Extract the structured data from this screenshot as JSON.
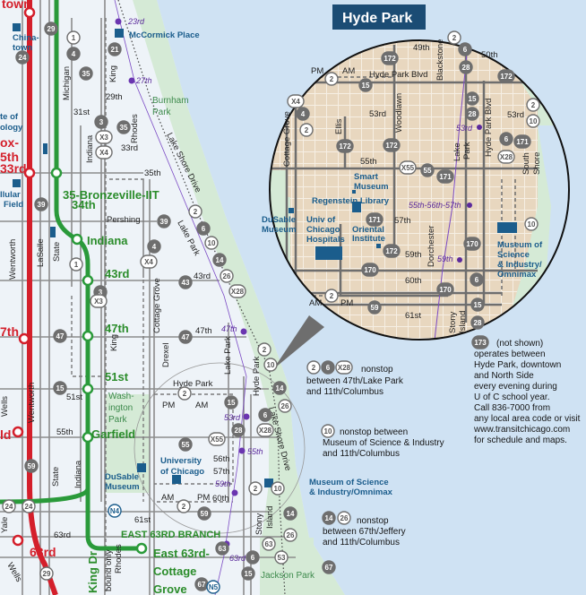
{
  "inset": {
    "title": "Hyde Park"
  },
  "colors": {
    "red_line": "#d41f2b",
    "green_line": "#2a9a3a",
    "bus_route": "#6e6e6e",
    "lake": "#cfe2f3",
    "park": "#d5ead6",
    "hyde_park_land": "#ead9c2",
    "title_bg": "#1b4c74",
    "metra": "#6a35b0"
  },
  "labels": [
    "town",
    "China-",
    "town",
    "McCormick Place",
    "23rd",
    "27th",
    "Burnham",
    "Park",
    "Michigan",
    "King",
    "29th",
    "31st",
    "Indiana",
    "Rhodes",
    "33rd",
    "35th",
    "Lake Shore Drive",
    "ox-",
    "5th",
    "33rd",
    "te of",
    "ology",
    "llular",
    "Field",
    "35-Bronzeville-IIT",
    "34th",
    "Pershing",
    "Lake Park",
    "Indiana",
    "43rd",
    "43rd",
    "State",
    "LaSalle",
    "Wentworth",
    "Cottage Grove",
    "47th",
    "7th",
    "47th",
    "47th",
    "King",
    "Drexel",
    "51st",
    "51st",
    "Hyde Park",
    "Lake Park",
    "Hyde Park",
    "Wash-",
    "ington",
    "Park",
    "PM",
    "AM",
    "Wells",
    "Wentworth",
    "ld",
    "55th",
    "Garfield",
    "53rd",
    "56th",
    "57th",
    "55th",
    "University",
    "of Chicago",
    "DuSable",
    "Museum",
    "59th",
    "60th",
    "AM",
    "PM",
    "State",
    "Indiana",
    "Yale",
    "63rd",
    "63rd",
    "EAST 63RD BRANCH",
    "61st",
    "East 63rd-",
    "Cottage",
    "Grove",
    "63rd",
    "Stony",
    "Island",
    "King Dr",
    "Rhodes",
    "bound only",
    "Wells",
    "Jackson Park",
    "Lake Shore Drive",
    "Museum of Science",
    "& Industry/Omnimax",
    "49th",
    "Blackstone",
    "50th",
    "Hyde Park Blvd",
    "PM",
    "AM",
    "53rd",
    "Ellis",
    "Woodlawn",
    "Lake",
    "Park",
    "Hyde Park Blvd",
    "53rd",
    "South",
    "Shore",
    "Cottage Grove",
    "55th",
    "Smart",
    "Museum",
    "Regenstein Library",
    "DuSable",
    "Museum",
    "Univ of",
    "Chicago",
    "Hospitals",
    "Oriental",
    "Institute",
    "57th",
    "Dorchester",
    "55th-56th-57th",
    "53rd",
    "59th",
    "59th",
    "60th",
    "61st",
    "Stony",
    "Island",
    "Museum of",
    "Science",
    "& Industry/",
    "Omnimax",
    "AM",
    "PM"
  ],
  "notes": {
    "note1": [
      "nonstop",
      "between 47th/Lake Park",
      "and 11th/Columbus"
    ],
    "note2": [
      "nonstop between",
      "Museum of Science & Industry",
      "and 11th/Columbus"
    ],
    "note3": [
      "nonstop",
      "between 67th/Jeffery",
      "and 11th/Columbus"
    ],
    "note4": [
      "(not shown)",
      "operates between",
      "Hyde Park, downtown",
      "and North Side",
      "every evening during",
      "U of C school year.",
      "Call 836-7000 from",
      "any local area code or visit",
      "www.transitchicago.com",
      "for schedule and maps."
    ]
  },
  "route_badges": [
    {
      "route": "29",
      "fill": "solid"
    },
    {
      "route": "1",
      "fill": "outline"
    },
    {
      "route": "4",
      "fill": "solid"
    },
    {
      "route": "24",
      "fill": "solid"
    },
    {
      "route": "21",
      "fill": "solid"
    },
    {
      "route": "35",
      "fill": "solid"
    },
    {
      "route": "3",
      "fill": "solid"
    },
    {
      "route": "X3",
      "fill": "outline"
    },
    {
      "route": "35",
      "fill": "solid"
    },
    {
      "route": "X4",
      "fill": "outline"
    },
    {
      "route": "39",
      "fill": "solid"
    },
    {
      "route": "39",
      "fill": "solid"
    },
    {
      "route": "2",
      "fill": "outline"
    },
    {
      "route": "6",
      "fill": "solid"
    },
    {
      "route": "10",
      "fill": "outline"
    },
    {
      "route": "14",
      "fill": "solid"
    },
    {
      "route": "26",
      "fill": "outline"
    },
    {
      "route": "X28",
      "fill": "outline"
    },
    {
      "route": "4",
      "fill": "solid"
    },
    {
      "route": "X4",
      "fill": "outline"
    },
    {
      "route": "1",
      "fill": "outline"
    },
    {
      "route": "43",
      "fill": "solid"
    },
    {
      "route": "3",
      "fill": "solid"
    },
    {
      "route": "X3",
      "fill": "outline"
    },
    {
      "route": "47",
      "fill": "solid"
    },
    {
      "route": "47",
      "fill": "solid"
    },
    {
      "route": "2",
      "fill": "outline"
    },
    {
      "route": "10",
      "fill": "outline"
    },
    {
      "route": "14",
      "fill": "solid"
    },
    {
      "route": "26",
      "fill": "outline"
    },
    {
      "route": "15",
      "fill": "solid"
    },
    {
      "route": "2",
      "fill": "outline"
    },
    {
      "route": "15",
      "fill": "solid"
    },
    {
      "route": "6",
      "fill": "solid"
    },
    {
      "route": "28",
      "fill": "solid"
    },
    {
      "route": "X28",
      "fill": "outline"
    },
    {
      "route": "55",
      "fill": "solid"
    },
    {
      "route": "X55",
      "fill": "outline"
    },
    {
      "route": "59",
      "fill": "solid"
    },
    {
      "route": "24",
      "fill": "outline"
    },
    {
      "route": "24",
      "fill": "outline"
    },
    {
      "route": "N4",
      "fill": "blue"
    },
    {
      "route": "2",
      "fill": "outline"
    },
    {
      "route": "59",
      "fill": "solid"
    },
    {
      "route": "2",
      "fill": "outline"
    },
    {
      "route": "10",
      "fill": "outline"
    },
    {
      "route": "63",
      "fill": "solid"
    },
    {
      "route": "63",
      "fill": "outline"
    },
    {
      "route": "6",
      "fill": "solid"
    },
    {
      "route": "15",
      "fill": "solid"
    },
    {
      "route": "29",
      "fill": "outline"
    },
    {
      "route": "67",
      "fill": "solid"
    },
    {
      "route": "N5",
      "fill": "blue"
    },
    {
      "route": "14",
      "fill": "solid"
    },
    {
      "route": "26",
      "fill": "outline"
    },
    {
      "route": "53",
      "fill": "outline"
    },
    {
      "route": "67",
      "fill": "solid"
    },
    {
      "route": "2",
      "fill": "outline"
    },
    {
      "route": "6",
      "fill": "solid"
    },
    {
      "route": "28",
      "fill": "solid"
    },
    {
      "route": "172",
      "fill": "solid"
    },
    {
      "route": "172",
      "fill": "solid"
    },
    {
      "route": "2",
      "fill": "outline"
    },
    {
      "route": "15",
      "fill": "solid"
    },
    {
      "route": "X4",
      "fill": "outline"
    },
    {
      "route": "4",
      "fill": "solid"
    },
    {
      "route": "2",
      "fill": "outline"
    },
    {
      "route": "15",
      "fill": "solid"
    },
    {
      "route": "28",
      "fill": "solid"
    },
    {
      "route": "2",
      "fill": "outline"
    },
    {
      "route": "10",
      "fill": "outline"
    },
    {
      "route": "172",
      "fill": "solid"
    },
    {
      "route": "172",
      "fill": "solid"
    },
    {
      "route": "6",
      "fill": "solid"
    },
    {
      "route": "171",
      "fill": "solid"
    },
    {
      "route": "X28",
      "fill": "outline"
    },
    {
      "route": "X55",
      "fill": "outline"
    },
    {
      "route": "55",
      "fill": "solid"
    },
    {
      "route": "171",
      "fill": "solid"
    },
    {
      "route": "171",
      "fill": "solid"
    },
    {
      "route": "10",
      "fill": "outline"
    },
    {
      "route": "172",
      "fill": "solid"
    },
    {
      "route": "170",
      "fill": "solid"
    },
    {
      "route": "170",
      "fill": "solid"
    },
    {
      "route": "6",
      "fill": "solid"
    },
    {
      "route": "2",
      "fill": "outline"
    },
    {
      "route": "170",
      "fill": "solid"
    },
    {
      "route": "59",
      "fill": "solid"
    },
    {
      "route": "15",
      "fill": "solid"
    },
    {
      "route": "28",
      "fill": "solid"
    },
    {
      "route": "2",
      "fill": "outline"
    },
    {
      "route": "6",
      "fill": "solid"
    },
    {
      "route": "X28",
      "fill": "outline"
    },
    {
      "route": "10",
      "fill": "outline"
    },
    {
      "route": "14",
      "fill": "solid"
    },
    {
      "route": "26",
      "fill": "outline"
    },
    {
      "route": "173",
      "fill": "solid"
    }
  ]
}
